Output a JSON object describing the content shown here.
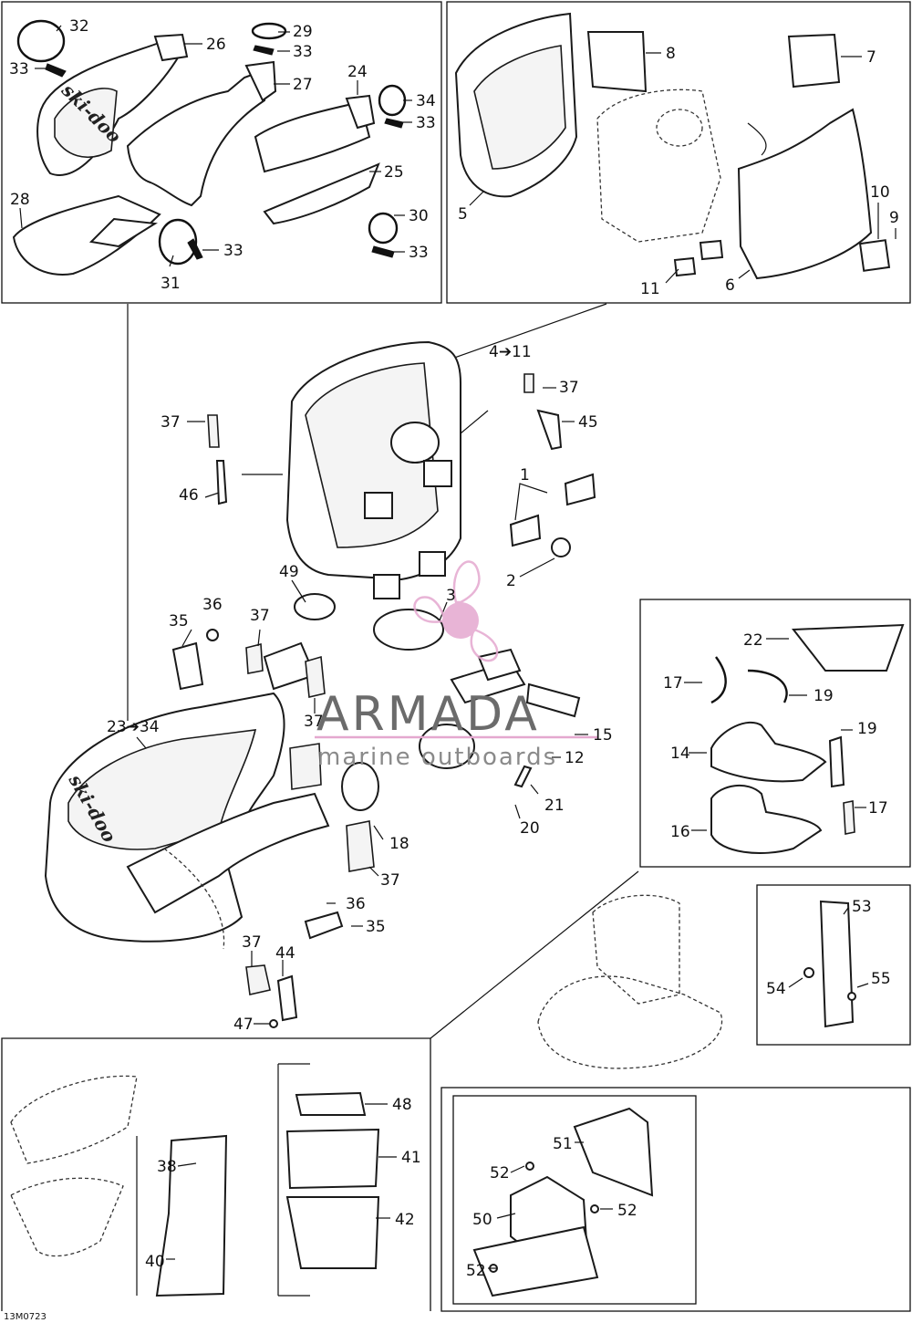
{
  "diagram": {
    "part_labels": {
      "l32": "32",
      "l33a": "33",
      "l26": "26",
      "l29": "29",
      "l33b": "33",
      "l27": "27",
      "l24": "24",
      "l34": "34",
      "l33c": "33",
      "l25": "25",
      "l28": "28",
      "l30": "30",
      "l33d": "33",
      "l31": "31",
      "l33e": "33",
      "l8": "8",
      "l7": "7",
      "l5": "5",
      "l10": "10",
      "l9": "9",
      "l11": "11",
      "l6": "6",
      "l4to11": "4➔11",
      "l37a": "37",
      "l45": "45",
      "l37b": "37",
      "l46": "46",
      "l1": "1",
      "l2": "2",
      "l49": "49",
      "l3": "3",
      "l36a": "36",
      "l35a": "35",
      "l37c": "37",
      "l23to34": "23➔34",
      "l37d": "37",
      "l15": "15",
      "l12": "12",
      "l21": "21",
      "l20": "20",
      "l18": "18",
      "l37e": "37",
      "l36b": "36",
      "l35b": "35",
      "l37f": "37",
      "l44": "44",
      "l47": "47",
      "l22": "22",
      "l17a": "17",
      "l19a": "19",
      "l14": "14",
      "l19b": "19",
      "l16": "16",
      "l17b": "17",
      "l53": "53",
      "l54": "54",
      "l55": "55",
      "l48": "48",
      "l41": "41",
      "l38": "38",
      "l42": "42",
      "l40": "40",
      "l51": "51",
      "l52a": "52",
      "l52b": "52",
      "l50": "50",
      "l52c": "52"
    },
    "brand_marks": {
      "a": "ski-doo",
      "b": "ski-doo"
    },
    "watermark": {
      "main": "ARMADA",
      "sub": "marine outboards",
      "logo_color": "#e4a8cf"
    },
    "figure_code": "13M0723"
  }
}
